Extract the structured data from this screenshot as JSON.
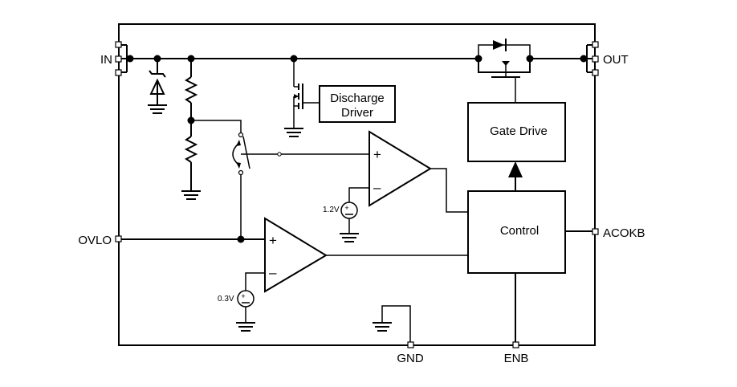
{
  "pins": {
    "in": "IN",
    "out": "OUT",
    "ovlo": "OVLO",
    "acokb": "ACOKB",
    "gnd": "GND",
    "enb": "ENB"
  },
  "blocks": {
    "discharge_driver_line1": "Discharge",
    "discharge_driver_line2": "Driver",
    "gate_drive": "Gate Drive",
    "control": "Control"
  },
  "comparators": {
    "top": {
      "plus": "+",
      "minus": "–"
    },
    "bottom": {
      "plus": "+",
      "minus": "–"
    }
  },
  "references": {
    "v_top": "1.2V",
    "v_bottom": "0.3V"
  }
}
